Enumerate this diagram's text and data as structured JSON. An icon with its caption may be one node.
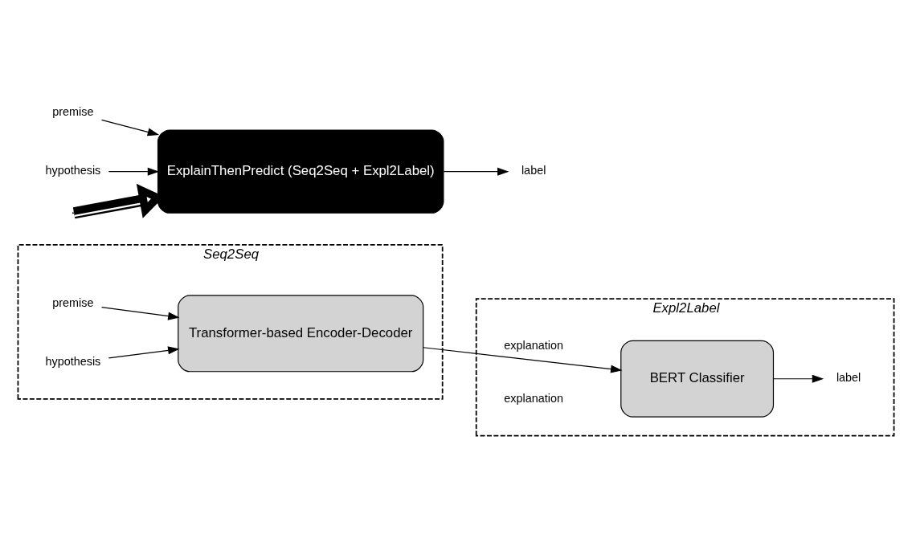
{
  "diagram": {
    "nodes": [
      {
        "text": [
          "Seq2Seq"
        ]
      },
      {
        "text": [
          "premise"
        ],
        "in": 0
      },
      {
        "text": [
          "hypothesis"
        ],
        "in": 0
      },
      {
        "text": [
          "Transformer-based Encoder-Decoder"
        ],
        "in": 0
      },
      {
        "text": [
          "Expl2Label"
        ]
      },
      {
        "text": [
          "BERT Classifier"
        ],
        "in": 4
      },
      {
        "text": [
          "label"
        ],
        "in": 4
      },
      {
        "text": [
          "premise"
        ]
      },
      {
        "text": [
          "hypothesis"
        ]
      },
      {
        "text": [
          "ExplainThenPredict (Seq2Seq + Expl2Label)"
        ]
      },
      {
        "text": [
          "label"
        ]
      }
    ],
    "edges": [
      {
        "from": 1,
        "to": 3,
        "arrow": "to"
      },
      {
        "from": 2,
        "to": 3,
        "arrow": "to"
      },
      {
        "from": 3,
        "to": 5,
        "arrow": "to",
        "label": "explanation"
      },
      {
        "from": 5,
        "to": 6,
        "arrow": "to"
      },
      {
        "from": null,
        "to": 9,
        "arrow": "to",
        "style": "thick"
      },
      {
        "from": 7,
        "to": 9,
        "arrow": "to"
      },
      {
        "from": 8,
        "to": 9,
        "arrow": "to"
      },
      {
        "from": 9,
        "to": 10,
        "arrow": "to"
      }
    ],
    "labels": [
      "explanation"
    ]
  }
}
